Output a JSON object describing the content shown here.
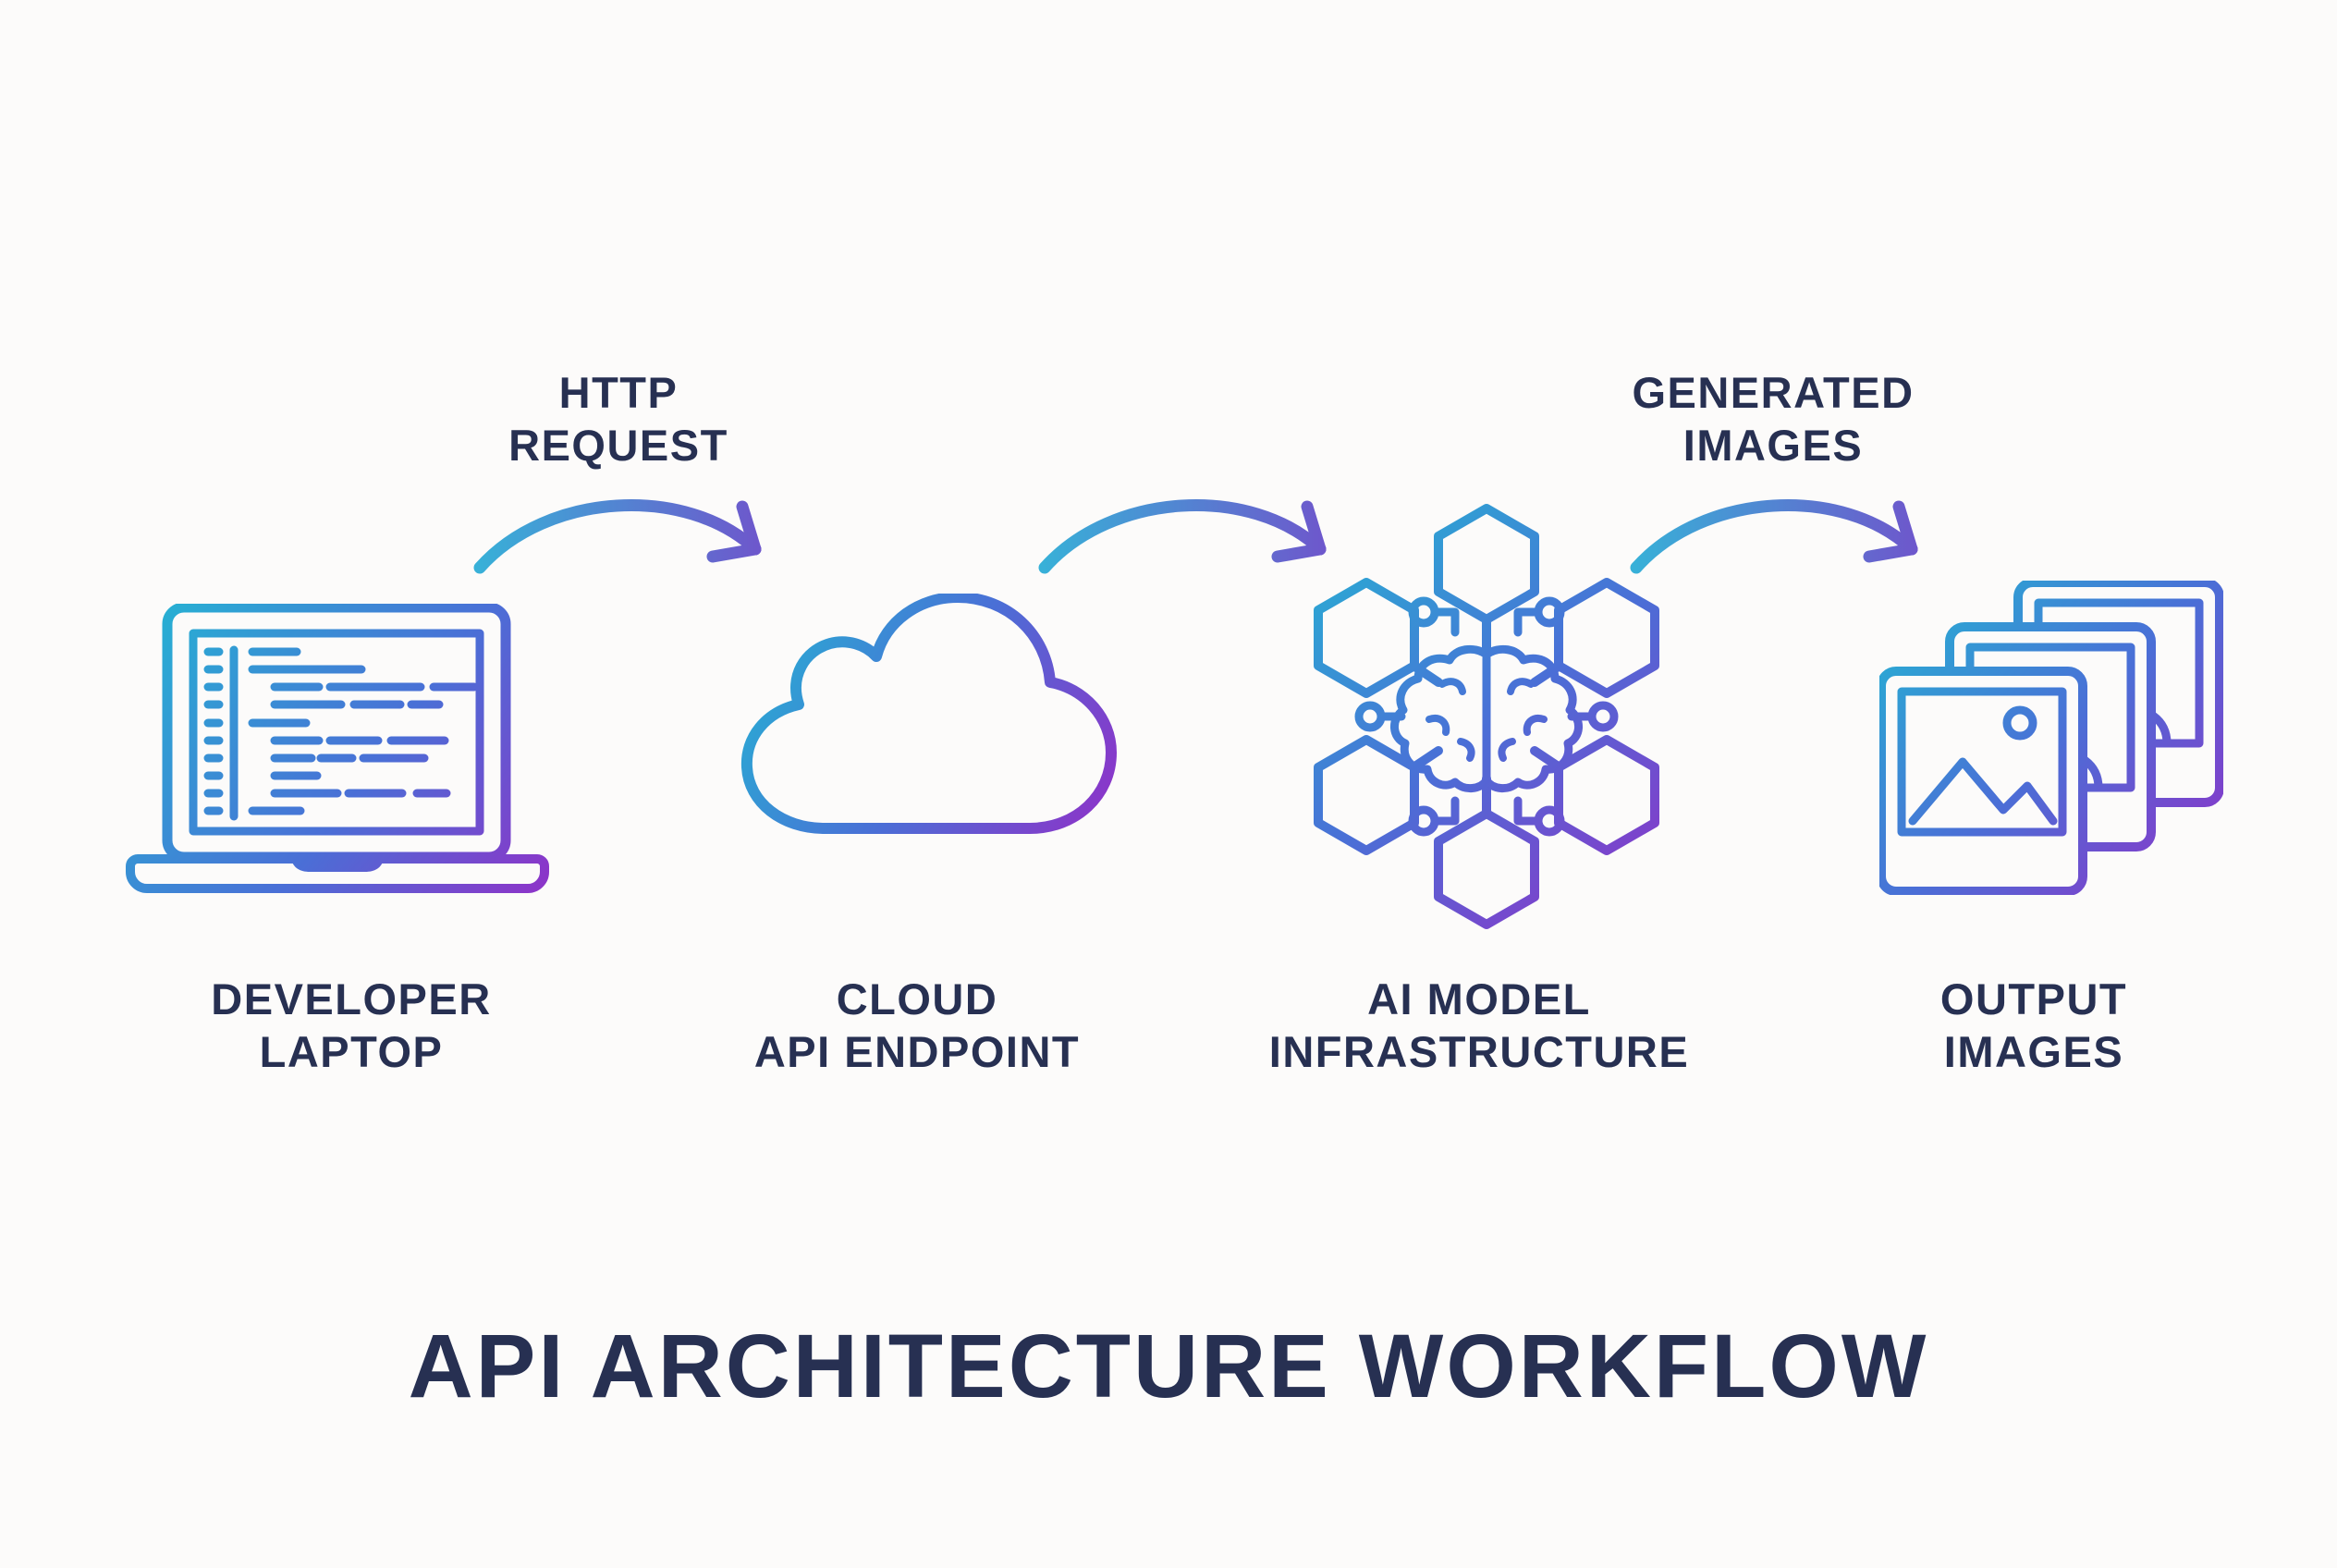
{
  "title": "API ARCHITECTURE WORKFLOW",
  "colors": {
    "gradient_start": "#27b0d3",
    "gradient_mid": "#4a6fd6",
    "gradient_end": "#8f32c8",
    "arrow_start": "#36b3d8",
    "arrow_end": "#7250cb",
    "text": "#273052",
    "background": "#fcfbfa"
  },
  "nodes": [
    {
      "id": "developer-laptop",
      "icon": "laptop-icon",
      "label": [
        "DEVELOPER",
        "LAPTOP"
      ]
    },
    {
      "id": "cloud-api-endpoint",
      "icon": "cloud-icon",
      "label": [
        "CLOUD",
        "API ENDPOINT"
      ]
    },
    {
      "id": "ai-model-infrastructure",
      "icon": "ai-network-icon",
      "label": [
        "AI MODEL",
        "INFRASTRUCTURE"
      ]
    },
    {
      "id": "output-images",
      "icon": "image-stack-icon",
      "label": [
        "OUTPUT",
        "IMAGES"
      ]
    }
  ],
  "arrows": [
    {
      "id": "arrow-http-request",
      "icon": "curved-arrow-icon",
      "label": [
        "HTTP",
        "REQUEST"
      ]
    },
    {
      "id": "arrow-middle",
      "icon": "curved-arrow-icon",
      "label": [
        "",
        ""
      ]
    },
    {
      "id": "arrow-generated-images",
      "icon": "curved-arrow-icon",
      "label": [
        "GENERATED",
        "IMAGES"
      ]
    }
  ]
}
